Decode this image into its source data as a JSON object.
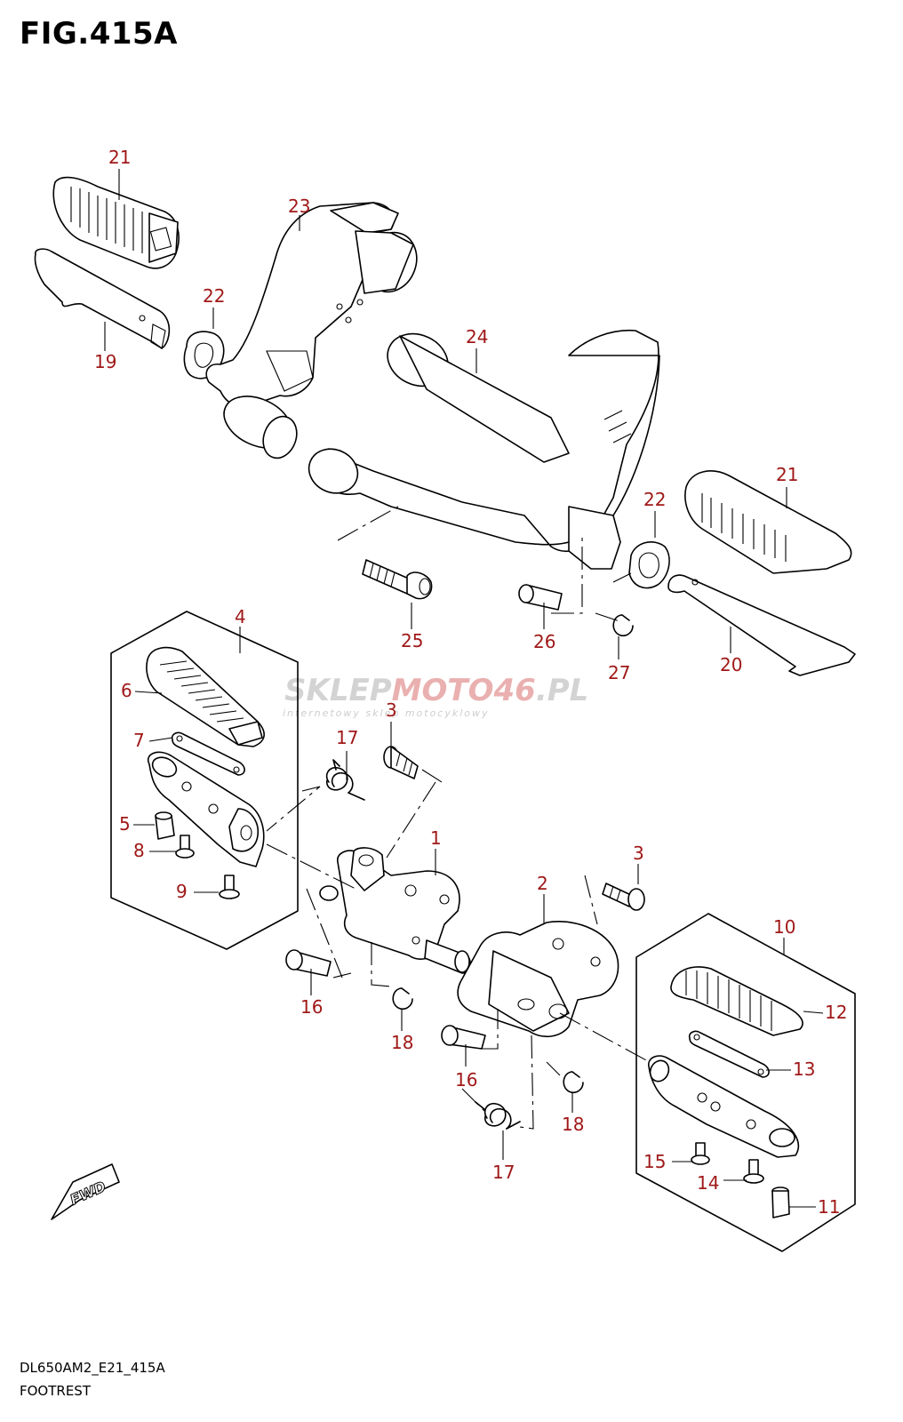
{
  "figure": {
    "title": "FIG.415A",
    "model_code": "DL650AM2_E21_415A",
    "section": "FOOTREST"
  },
  "watermark": {
    "brand_prefix": "SKLEP",
    "brand_middle": "MOTO",
    "brand_number": "46",
    "brand_suffix": ".PL",
    "tagline": "internetowy sklep motocyklowy"
  },
  "direction_badge": "FWD",
  "callouts": {
    "c1": "1",
    "c2": "2",
    "c3a": "3",
    "c3b": "3",
    "c4": "4",
    "c5": "5",
    "c6": "6",
    "c7": "7",
    "c8": "8",
    "c9": "9",
    "c10": "10",
    "c11": "11",
    "c12": "12",
    "c13": "13",
    "c14": "14",
    "c15": "15",
    "c16a": "16",
    "c16b": "16",
    "c17a": "17",
    "c17b": "17",
    "c18a": "18",
    "c18b": "18",
    "c19": "19",
    "c20": "20",
    "c21a": "21",
    "c21b": "21",
    "c22a": "22",
    "c22b": "22",
    "c23": "23",
    "c24": "24",
    "c25": "25",
    "c26": "26",
    "c27": "27"
  },
  "colors": {
    "callout": "#a01818",
    "line": "#000000",
    "background": "#ffffff"
  }
}
